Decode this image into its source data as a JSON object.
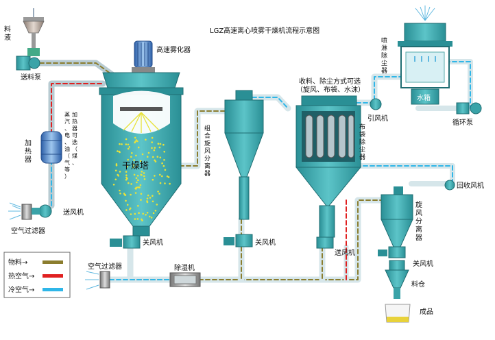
{
  "title": "LGZ高速离心喷雾干燥机流程示意图",
  "labels": {
    "feed_liquid": "料液",
    "feed_pump": "送料泵",
    "heater": "加热器",
    "heater_note": "蒸汽、电、油（气等）加热器可选（煤、",
    "air_filter_top": "空气过滤器",
    "blower_top": "送风机",
    "atomizer": "高速雾化器",
    "drying_tower": "干燥塔",
    "valve_tower": "关风机",
    "combo_cyclone": "组合旋风分离器",
    "valve_combo": "关风机",
    "collection_note_1": "收料、除尘方式可选",
    "collection_note_2": "（旋风、布袋、水沫）",
    "bag_filter": "布袋除尘器",
    "blower_bag": "送风机",
    "induced_fan": "引风机",
    "scrubber": "喷淋除尘器",
    "water_tank": "水箱",
    "circ_pump": "循环泵",
    "return_fan": "回收风机",
    "cyclone_right": "旋风分离器",
    "valve_right": "关风机",
    "silo": "料仓",
    "product": "成品",
    "air_filter_bottom": "空气过滤器",
    "dehumidifier": "除湿机"
  },
  "legend": [
    {
      "label": "物料→",
      "color": "#8b7d2e"
    },
    {
      "label": "热空气→",
      "color": "#e02020"
    },
    {
      "label": "冷空气→",
      "color": "#2fb6e8"
    }
  ],
  "colors": {
    "equipment": "#3aa3a8",
    "equipment_dark": "#1f7a80",
    "pipe": "#d6e6ea",
    "hot": "#e02020",
    "cold": "#2fb6e8",
    "material": "#8b7d2e",
    "particles": "#e8e23a"
  }
}
